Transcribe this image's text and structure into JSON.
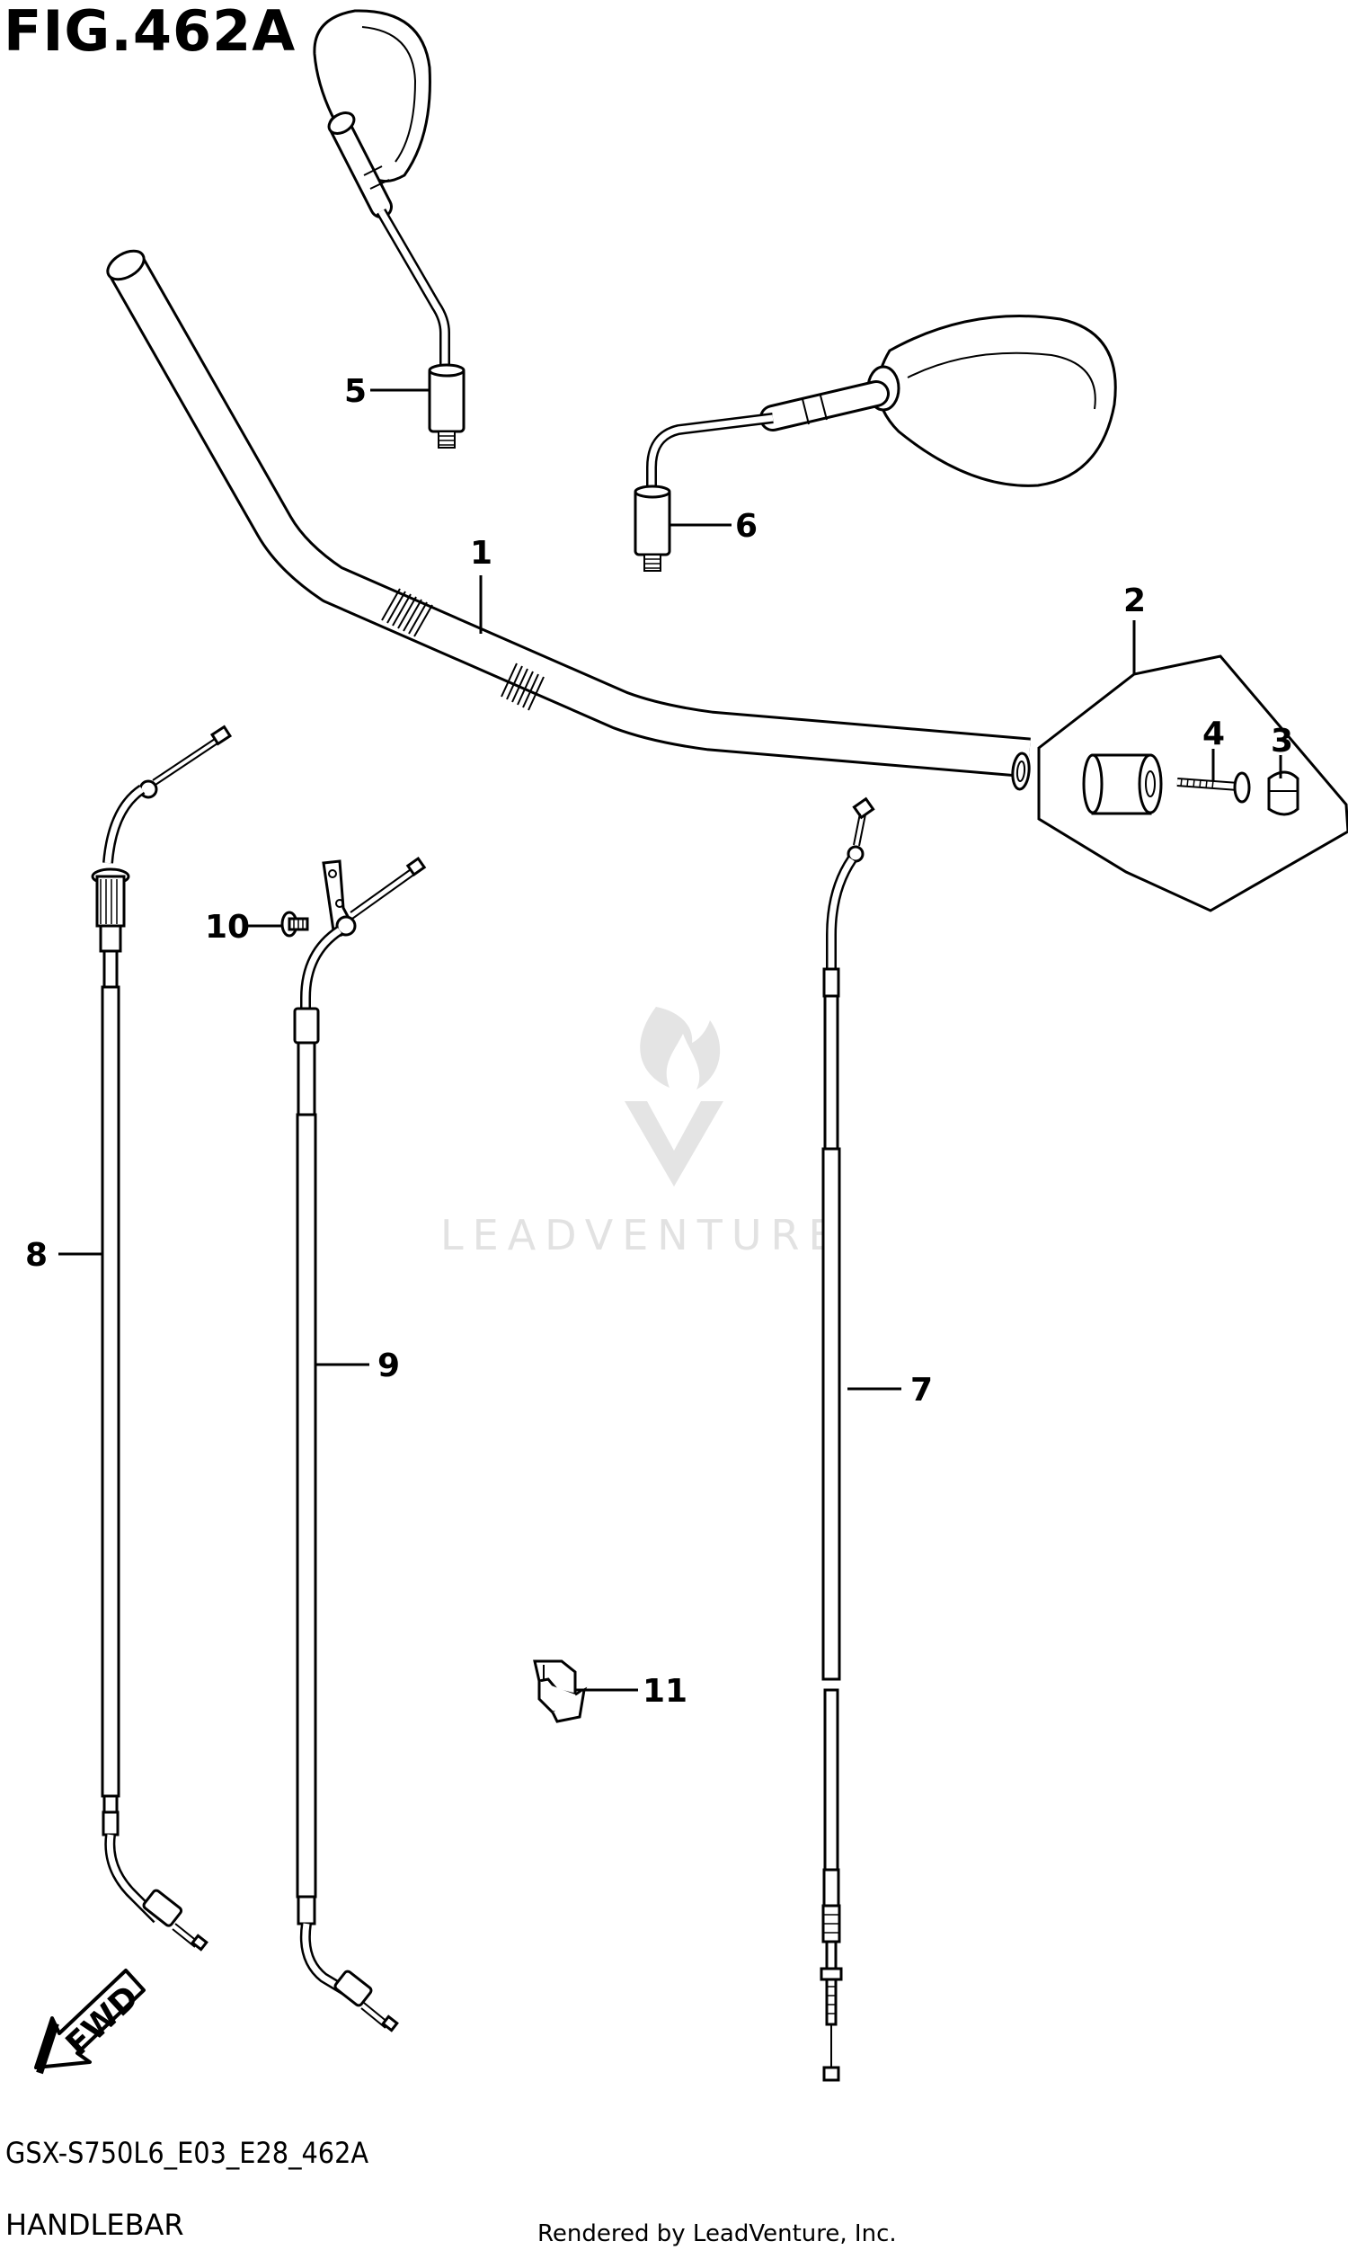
{
  "figure": {
    "title": "FIG.462A",
    "code": "GSX-S750L6_E03_E28_462A",
    "name": "HANDLEBAR",
    "credit": "Rendered by LeadVenture, Inc.",
    "watermark": "LEADVENTURE",
    "fwd_label": "FWD"
  },
  "callouts": [
    {
      "id": "1",
      "part": "handlebar"
    },
    {
      "id": "2",
      "part": "balancer-assembly"
    },
    {
      "id": "3",
      "part": "balancer-nut"
    },
    {
      "id": "4",
      "part": "balancer-screw"
    },
    {
      "id": "5",
      "part": "mirror-left"
    },
    {
      "id": "6",
      "part": "mirror-right"
    },
    {
      "id": "7",
      "part": "clutch-cable"
    },
    {
      "id": "8",
      "part": "throttle-cable-1"
    },
    {
      "id": "9",
      "part": "throttle-cable-2"
    },
    {
      "id": "10",
      "part": "bolt"
    },
    {
      "id": "11",
      "part": "clamp"
    }
  ]
}
